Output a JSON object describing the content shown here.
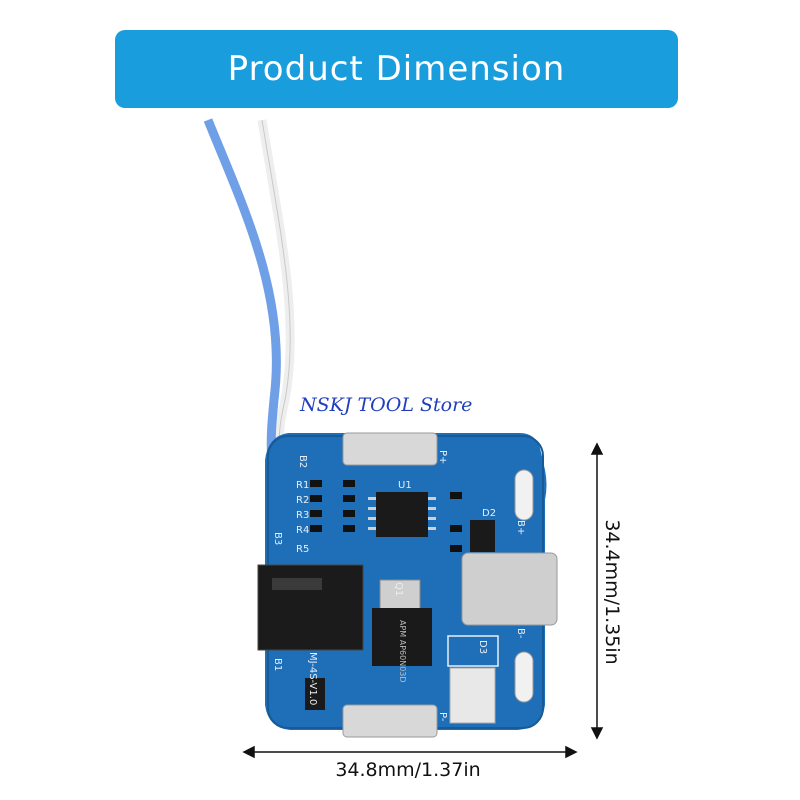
{
  "banner": {
    "title": "Product Dimension",
    "color": "#1a9ddc"
  },
  "watermark": {
    "text": "NSKJ TOOL Store",
    "color": "#1f3fbf"
  },
  "dimensions": {
    "height_label": "34.4mm/1.35in",
    "width_label": "34.8mm/1.37in"
  },
  "board": {
    "color": "#1f6fb8",
    "silkscreen": {
      "b2": "B2",
      "b3": "B3",
      "b1": "B1",
      "p_plus": "P+",
      "p_minus": "P-",
      "b_plus": "B+",
      "b_minus": "B-",
      "u1": "U1",
      "d2": "D2",
      "d3": "D3",
      "q1": "Q1",
      "r1": "R1",
      "r2": "R2",
      "r3": "R3",
      "r4": "R4",
      "r5": "R5",
      "model": "MJ-4S-V1.0"
    },
    "chip_marking": "APM AP60N03D"
  },
  "wires": {
    "colors": [
      "#6f9fe6",
      "#f4f4f4"
    ]
  }
}
